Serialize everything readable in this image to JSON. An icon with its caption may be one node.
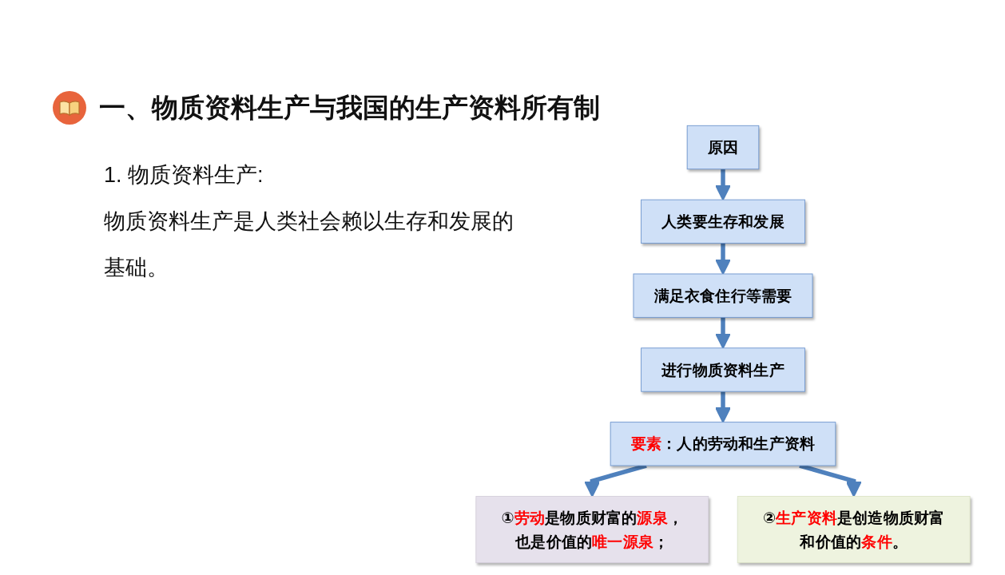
{
  "diagram": {
    "title": "一、物质资料生产与我国的生产资料所有制",
    "nodes": [
      {
        "text": [
          "原因"
        ]
      },
      {
        "text": [
          "人类要生存和发展"
        ]
      },
      {
        "text": [
          "满足衣食住行等需要"
        ]
      },
      {
        "text": [
          "进行物质资料生产"
        ]
      },
      {
        "text": [
          "**要素**：人的劳动和生产资料"
        ]
      },
      {
        "text": [
          "①**劳动**是物质财富的**源泉**，也是价值的**唯一源泉**；"
        ]
      },
      {
        "text": [
          "②**生产资料**是创造物质财富和价值的**条件**。"
        ]
      }
    ],
    "edges": [
      {
        "from": 0,
        "to": 1,
        "arrow": "to"
      },
      {
        "from": 1,
        "to": 2,
        "arrow": "to"
      },
      {
        "from": 2,
        "to": 3,
        "arrow": "to"
      },
      {
        "from": 3,
        "to": 4,
        "arrow": "to"
      },
      {
        "from": 4,
        "to": 5,
        "arrow": "to"
      },
      {
        "from": 4,
        "to": 6,
        "arrow": "to"
      }
    ],
    "labels": [
      "1. 物质资料生产:",
      "物质资料生产是人类社会赖以生存和发展的基础。"
    ]
  }
}
